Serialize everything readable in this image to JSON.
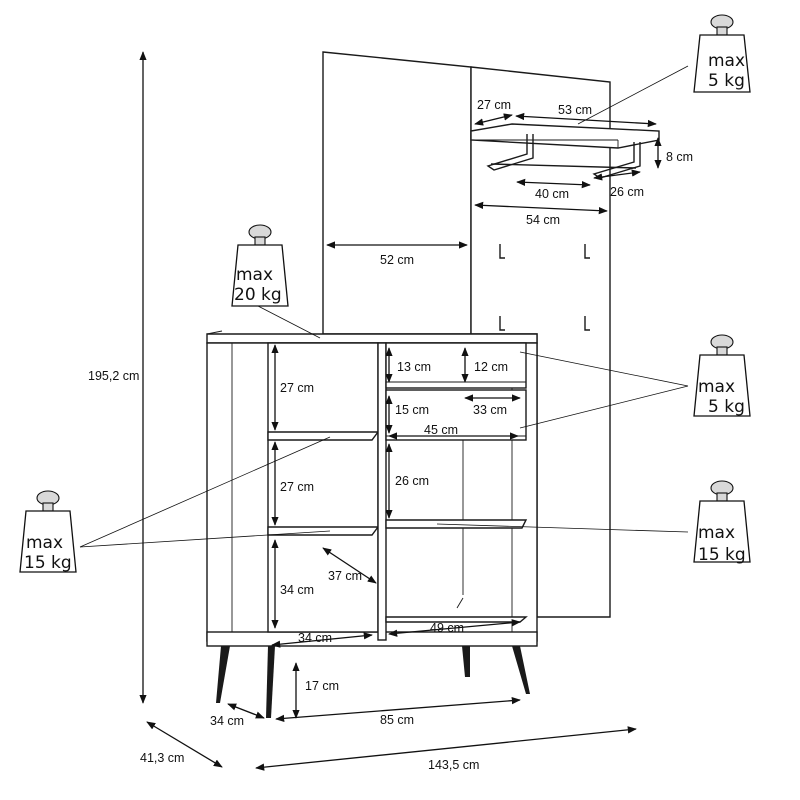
{
  "dimensions": {
    "total_height": "195,2 cm",
    "total_depth": "41,3 cm",
    "total_width": "143,5 cm",
    "mirror_width": "52 cm",
    "shelf_depth": "27 cm",
    "shelf_width": "53 cm",
    "shelf_height": "8 cm",
    "rail_length": "40 cm",
    "rail_depth": "26 cm",
    "hook_panel_width": "54 cm",
    "drawer_front_height": "13 cm",
    "drawer_inner_height": "12 cm",
    "drawer2_front_height": "15 cm",
    "drawer_inner_depth": "33 cm",
    "drawer_inner_width": "45 cm",
    "left_compartment_top": "27 cm",
    "left_compartment_mid": "27 cm",
    "left_compartment_bottom": "34 cm",
    "left_inner_width": "37 cm",
    "left_inner_depth": "34 cm",
    "right_compartment_height": "26 cm",
    "right_inner_width": "49 cm",
    "leg_height": "17 cm",
    "cabinet_depth": "34 cm",
    "cabinet_width": "85 cm"
  },
  "weights": {
    "shelf_load": {
      "line1": "max",
      "line2": "5 kg"
    },
    "top_load": {
      "line1": "max",
      "line2": "20 kg"
    },
    "drawer_load": {
      "line1": "max",
      "line2": "5 kg"
    },
    "left_shelf_load": {
      "line1": "max",
      "line2": "15 kg"
    },
    "right_shelf_load": {
      "line1": "max",
      "line2": "15 kg"
    }
  }
}
